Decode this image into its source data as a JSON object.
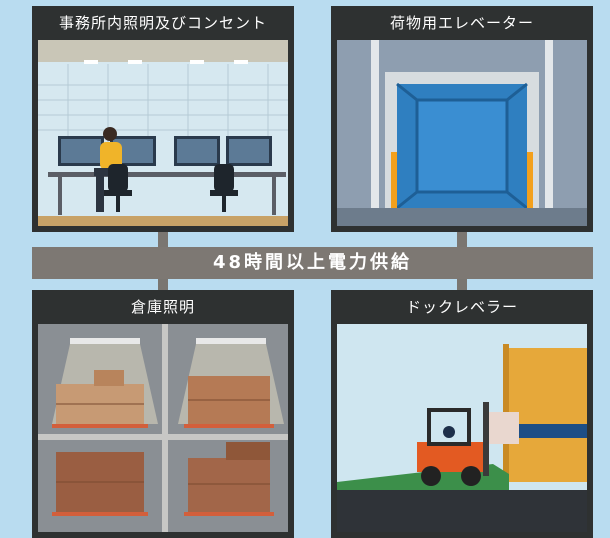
{
  "panels": {
    "office": {
      "title": "事務所内照明及びコンセント",
      "icon": "office-workstation-illustration"
    },
    "elevator": {
      "title": "荷物用エレベーター",
      "icon": "freight-elevator-illustration"
    },
    "warehouse": {
      "title": "倉庫照明",
      "icon": "warehouse-shelves-illustration"
    },
    "dock": {
      "title": "ドックレベラー",
      "icon": "forklift-dock-leveler-illustration"
    }
  },
  "power_bar": {
    "label": "48時間以上電力供給"
  },
  "colors": {
    "background": "#b9dcf0",
    "panel_frame": "#2e3131",
    "bar": "#7d7873"
  }
}
